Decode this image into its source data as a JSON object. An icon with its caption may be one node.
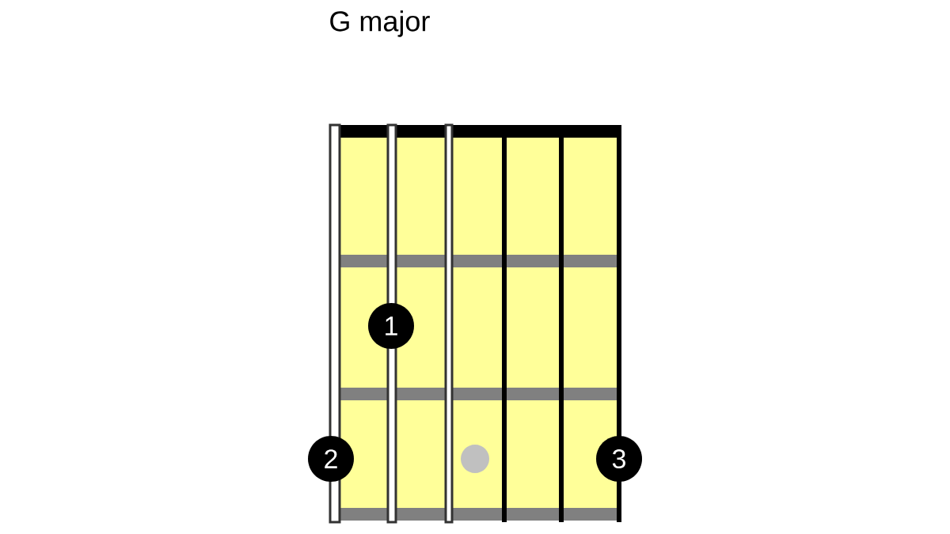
{
  "diagram": {
    "title": "G major",
    "nodes": [
      {
        "text": [
          "1"
        ]
      },
      {
        "text": [
          "2"
        ]
      },
      {
        "text": [],
        "shape": "circle"
      },
      {
        "text": [
          "3"
        ]
      }
    ]
  }
}
